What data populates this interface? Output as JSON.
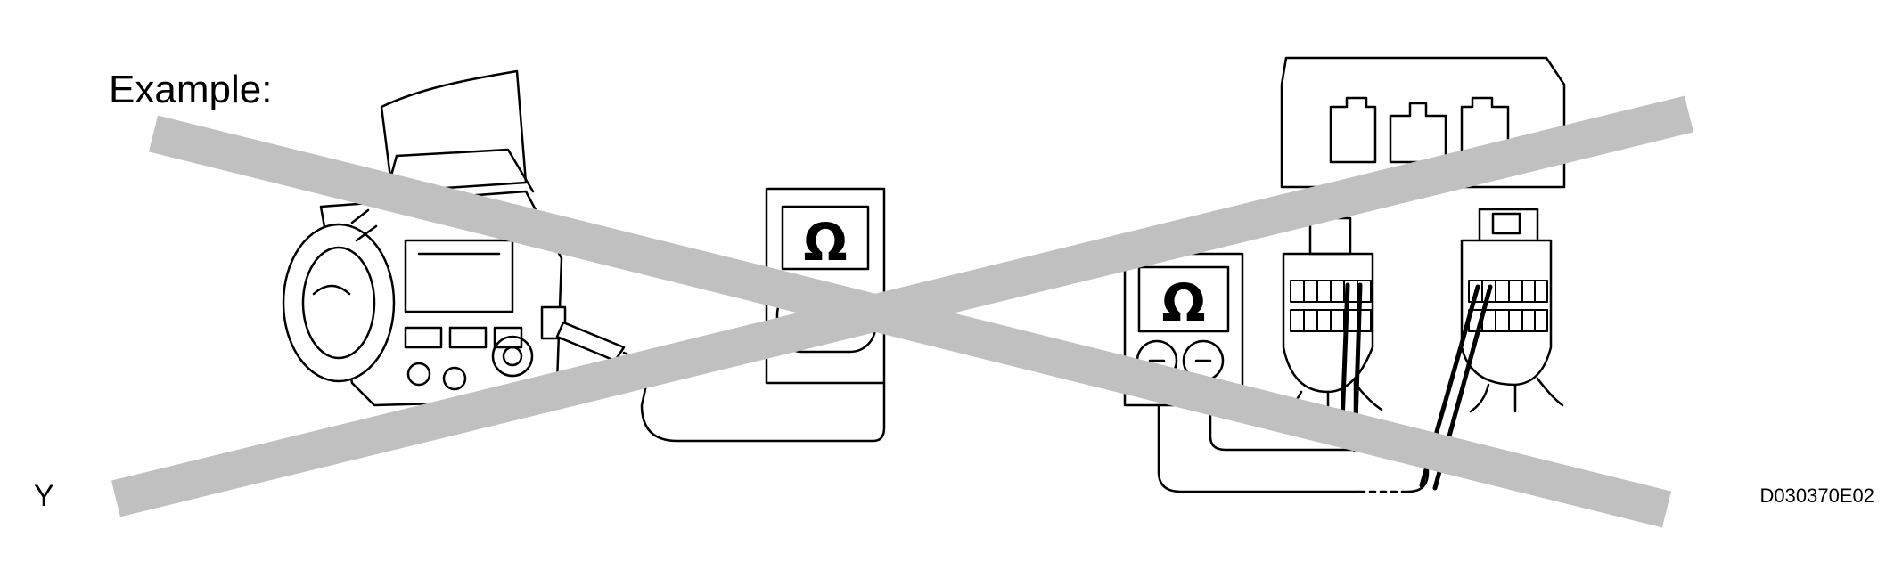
{
  "figure": {
    "example_label": "Example:",
    "view_letter": "Y",
    "figure_code": "D030370E02",
    "ohmmeter_symbol": "Ω",
    "cross_color": "#c0c0c0",
    "line_color": "#000000"
  }
}
